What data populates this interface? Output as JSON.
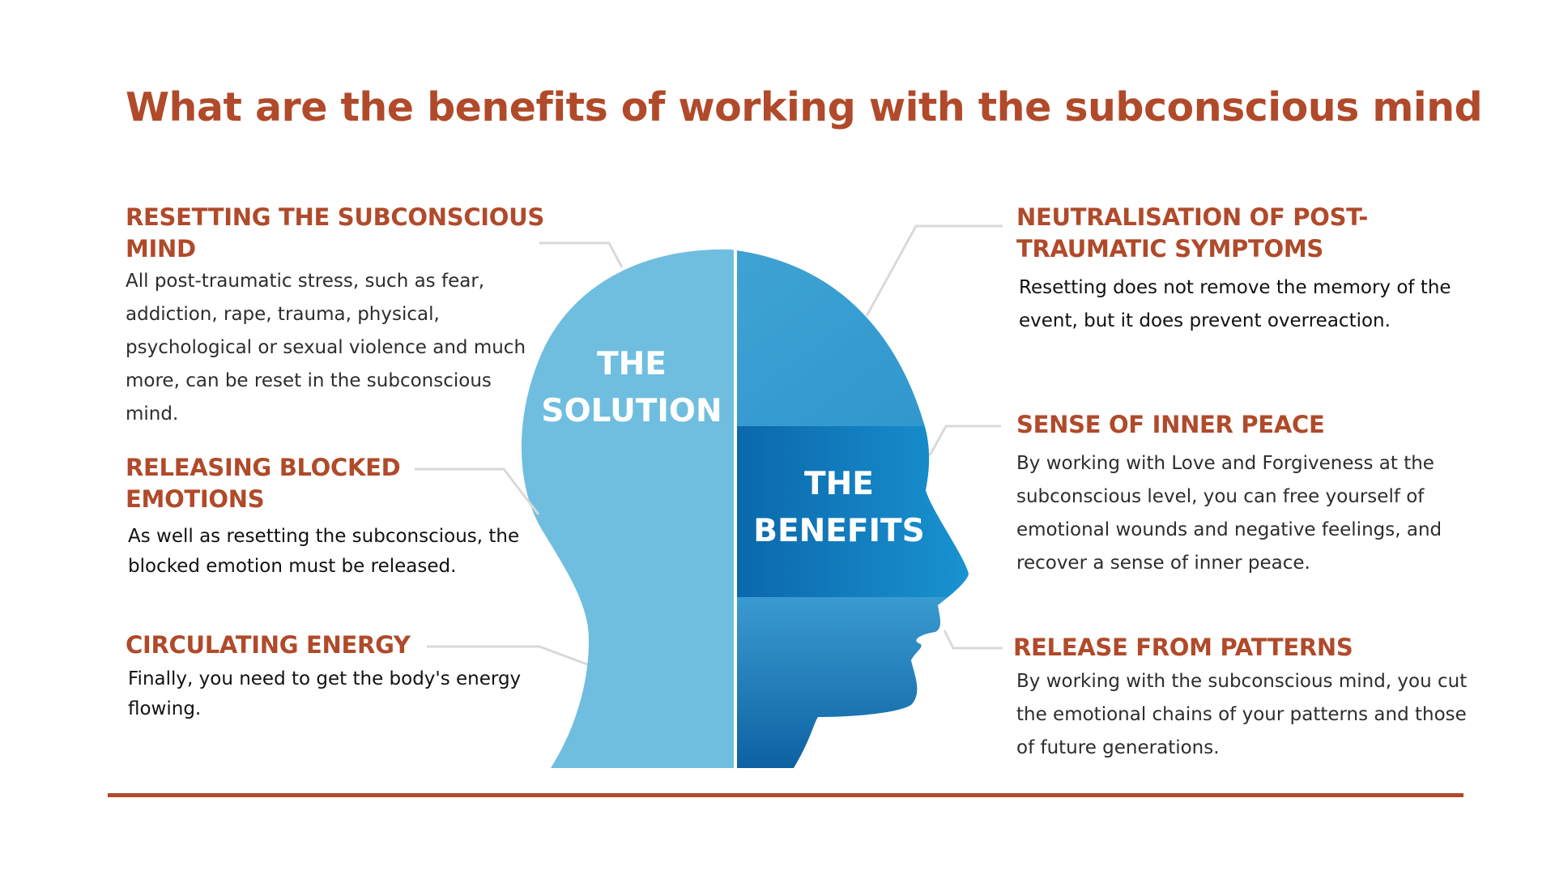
{
  "title": "What are the benefits of working with the subconscious mind",
  "head": {
    "left_label_line1": "THE",
    "left_label_line2": "SOLUTION",
    "right_label_line1": "THE",
    "right_label_line2": "BENEFITS"
  },
  "colors": {
    "accent": "#B04A2A",
    "head_left": "#6FBEDF",
    "head_right_top": "#3FA3D3",
    "head_right_mid": "#1377B8",
    "head_right_bottom": "#0B5E9F",
    "connector": "#D9D9D9"
  },
  "left": [
    {
      "heading_line1": "RESETTING THE SUBCONSCIOUS",
      "heading_line2": "MIND",
      "body": "All post-traumatic stress, such as fear, addiction, rape, trauma, physical, psychological or sexual violence and much more, can be reset in the subconscious mind."
    },
    {
      "heading_line1": "RELEASING BLOCKED",
      "heading_line2": "EMOTIONS",
      "body": "As well as resetting the subconscious, the blocked emotion must be released."
    },
    {
      "heading_line1": "CIRCULATING ENERGY",
      "body": "Finally, you need to get the body's energy flowing."
    }
  ],
  "right": [
    {
      "heading_line1": "NEUTRALISATION OF POST-",
      "heading_line2": "TRAUMATIC SYMPTOMS",
      "body": "Resetting does not remove the memory of the event, but it does prevent overreaction."
    },
    {
      "heading_line1": "SENSE OF INNER PEACE",
      "body": "By working with Love and Forgiveness at the subconscious level, you can free yourself of emotional wounds and negative feelings, and recover a sense of inner peace."
    },
    {
      "heading_line1": "RELEASE FROM PATTERNS",
      "body": "By working with the subconscious mind, you cut the emotional chains of your patterns and those of future generations."
    }
  ]
}
